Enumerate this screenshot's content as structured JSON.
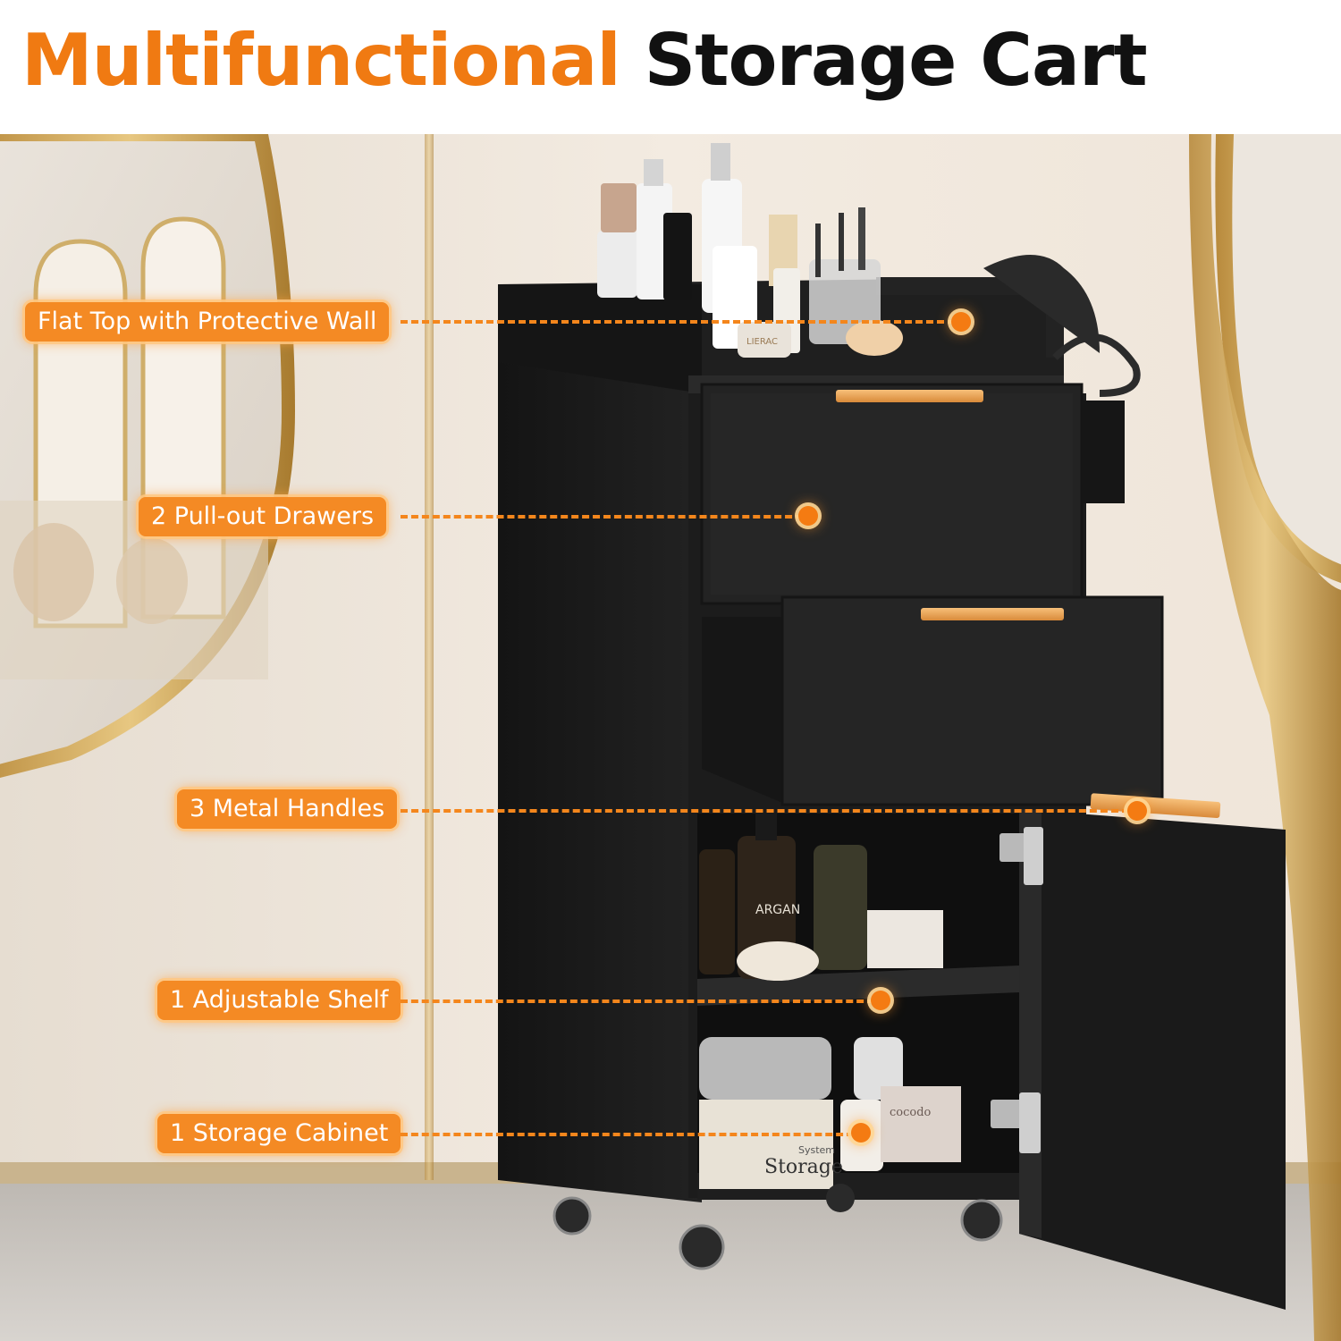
{
  "title": {
    "highlight": "Multifunctional",
    "rest": "Storage Cart"
  },
  "colors": {
    "accent": "#f47b12",
    "title_black": "#111111",
    "cart": "#1b1b1b",
    "handle": "#f0a24e"
  },
  "callouts": [
    {
      "label": "Flat Top with Protective Wall"
    },
    {
      "label": "2 Pull-out Drawers"
    },
    {
      "label": "3 Metal Handles"
    },
    {
      "label": "1 Adjustable Shelf"
    },
    {
      "label": "1 Storage Cabinet"
    }
  ],
  "product_text": {
    "storage_box": "Storage",
    "storage_box_small": "System",
    "argan": "ARGAN",
    "box_brand": "cocodo",
    "jar": "LIERAC"
  }
}
